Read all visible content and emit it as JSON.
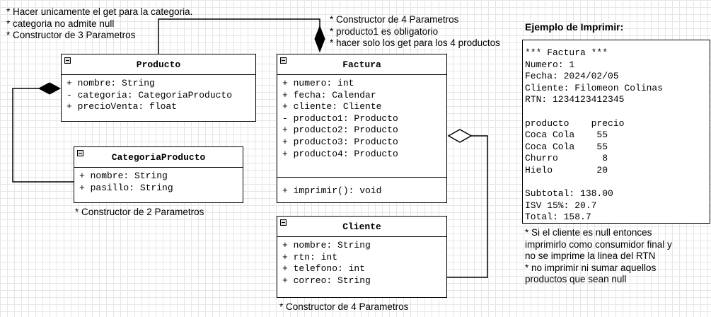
{
  "notes": {
    "producto": [
      "* Hacer unicamente el get para la categoria.",
      "* categoria no admite null",
      "* Constructor de 3 Parametros"
    ],
    "factura": [
      "* Constructor de 4 Parametros",
      "* producto1 es obligatorio",
      "* hacer solo los get para los 4 productos"
    ],
    "categoria": "* Constructor de 2 Parametros",
    "cliente": "* Constructor de 4 Parametros",
    "imprimir": [
      "* Si el cliente es null entonces",
      "imprimirlo como consumidor final y",
      "no se imprime la linea del RTN",
      "* no imprimir ni sumar aquellos",
      "productos que sean null"
    ]
  },
  "classes": {
    "producto": {
      "name": "Producto",
      "attributes": [
        "+ nombre: String",
        "- categoria: CategoriaProducto",
        "+ precioVenta: float"
      ]
    },
    "categoria": {
      "name": "CategoriaProducto",
      "attributes": [
        "+ nombre: String",
        "+ pasillo: String"
      ]
    },
    "factura": {
      "name": "Factura",
      "attributes": [
        "+ numero: int",
        "+ fecha: Calendar",
        "+ cliente: Cliente",
        "- producto1: Producto",
        "+ producto2: Producto",
        "+ producto3: Producto",
        "+ producto4: Producto"
      ],
      "methods": [
        "+ imprimir(): void"
      ]
    },
    "cliente": {
      "name": "Cliente",
      "attributes": [
        "+ nombre: String",
        "+ rtn: int",
        "+ telefono: int",
        "+ correo: String"
      ]
    }
  },
  "example": {
    "title": "Ejemplo de Imprimir:",
    "lines": [
      "*** Factura ***",
      "Numero: 1",
      "Fecha: 2024/02/05",
      "Cliente: Filomeon Colinas",
      "RTN: 1234123412345",
      "",
      "producto    precio",
      "Coca Cola    55",
      "Coca Cola    55",
      "Churro        8",
      "Hielo        20",
      "",
      "Subtotal: 138.00",
      "ISV 15%: 20.7",
      "Total: 158.7"
    ]
  }
}
